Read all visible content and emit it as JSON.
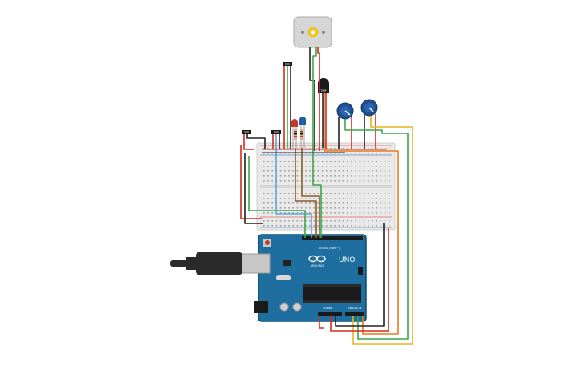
{
  "canvas": {
    "background": "#ffffff"
  },
  "arduino": {
    "model_label": "UNO",
    "brand_label": "ARDUINO",
    "digital_header_label": "DIGITAL (PWM~)",
    "power_header_label": "POWER",
    "analog_header_label": "ANALOG IN",
    "board_color": "#1e6f9f",
    "board_edge_color": "#0f4a6e"
  },
  "components": {
    "temperature_sensor_label": "TMP",
    "motor_name": "dc-motor",
    "buttons": [
      "pushbutton-1",
      "pushbutton-2",
      "pushbutton-3"
    ],
    "leds": [
      {
        "name": "red-led",
        "color": "#c0392b"
      },
      {
        "name": "blue-led",
        "color": "#1f5fa8"
      }
    ],
    "potentiometers": [
      "potentiometer-1",
      "potentiometer-2"
    ]
  },
  "wire_colors": {
    "red": "#d62b1e",
    "black": "#222222",
    "green": "#3aa845",
    "yellow": "#e6b422",
    "orange": "#e87b1e",
    "brown": "#8b5a2b",
    "blue": "#5aa7d6"
  }
}
